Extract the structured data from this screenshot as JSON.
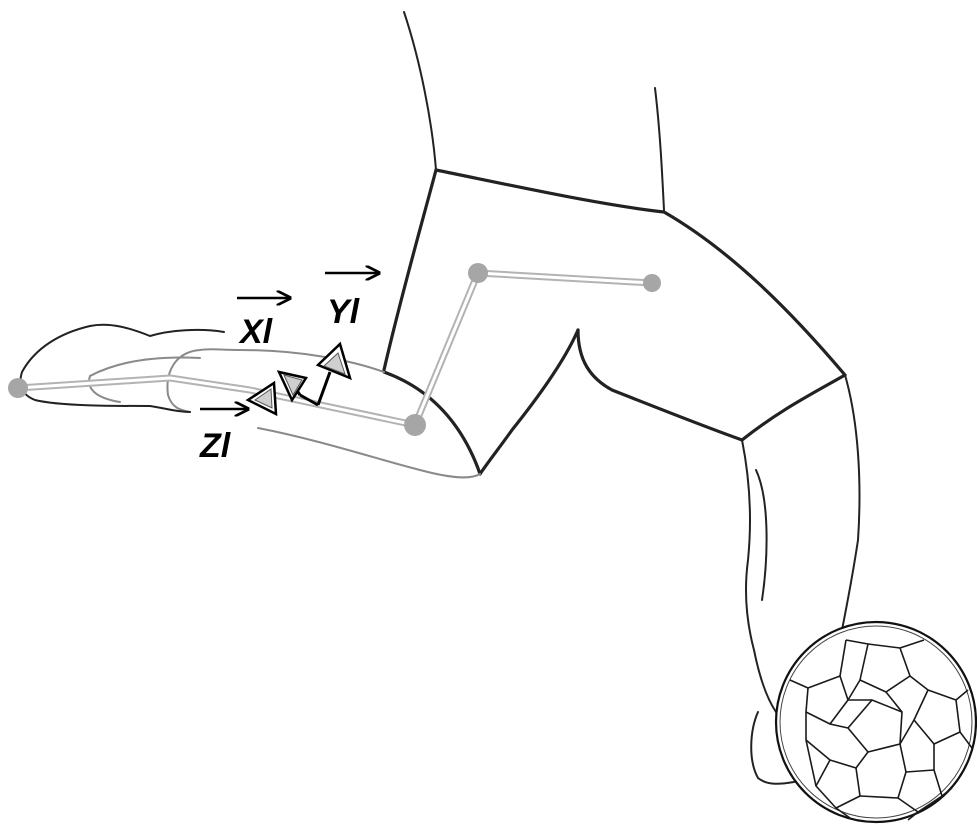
{
  "axes": {
    "x_label": "Xl",
    "y_label": "Yl",
    "z_label": "Zl"
  },
  "colors": {
    "outline": "#222222",
    "skeleton": "#b3b3b3",
    "joint": "#a6a6a6",
    "background": "#ffffff"
  },
  "icons": {
    "sensor": "imu-sensor-icon",
    "ball": "soccer-ball-icon"
  }
}
